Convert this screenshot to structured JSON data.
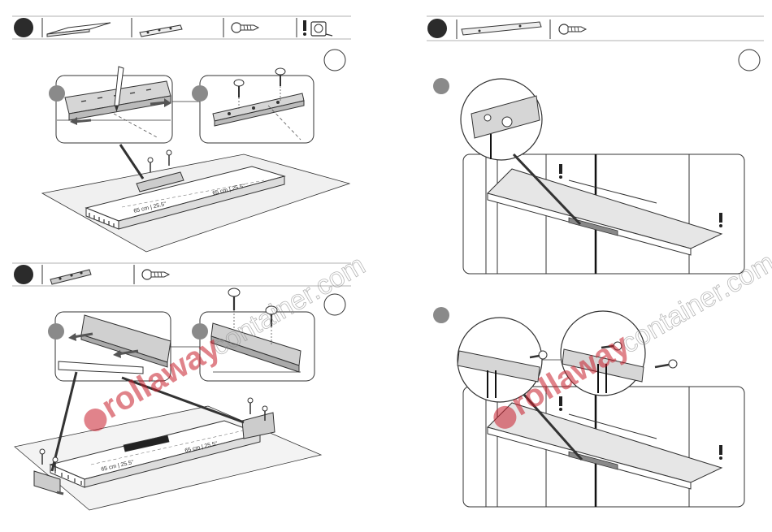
{
  "page": {
    "background": "#ffffff",
    "line_color": "#222222",
    "step_color": "#2b2b2b",
    "callout_color": "#8a8a8a",
    "panel_color": "#e6e6e6"
  },
  "left": {
    "step1": {
      "icons": [
        "step-marker-icon",
        "shelf-board-icon",
        "bracket-strip-icon",
        "screw-icon",
        "level-tape-icon"
      ]
    },
    "step2": {
      "icons": [
        "step-marker-icon",
        "bracket-icon",
        "screw-icon"
      ]
    },
    "dims": {
      "top_left": "65 cm | 25.5\"",
      "top_right": "65 cm | 25.5\"",
      "bottom_left": "65 cm | 25.5\"",
      "bottom_right": "65 cm | 25.5\""
    }
  },
  "right": {
    "step3": {
      "icons": [
        "step-marker-icon",
        "rail-icon",
        "screw-icon"
      ]
    }
  },
  "watermark": {
    "brand": "rollaway",
    "suffix": "container.com",
    "color": "#c81e2b"
  }
}
